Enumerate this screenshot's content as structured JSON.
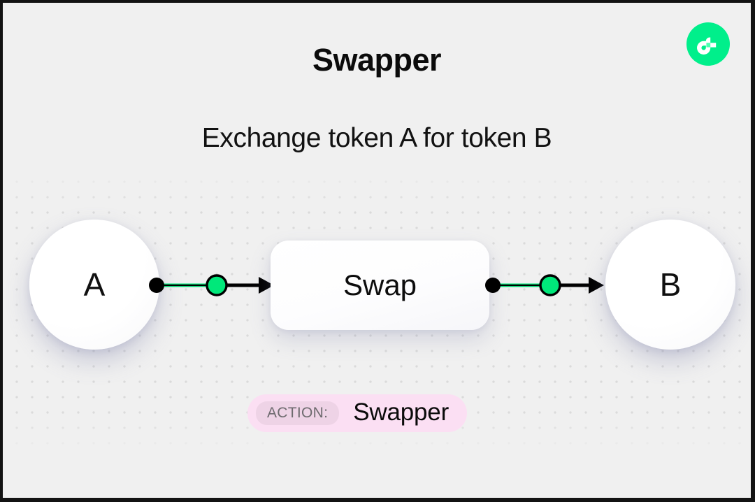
{
  "header": {
    "title": "Swapper",
    "subtitle": "Exchange token A for token B"
  },
  "brand": {
    "logo_icon": "flow-logo-icon",
    "logo_bg": "#00EF8B",
    "logo_fg": "#FFFFFF",
    "logo_accent": "#4DFFB0"
  },
  "diagram": {
    "type": "flow-diagram",
    "nodes": [
      {
        "id": "token-a",
        "label": "A",
        "shape": "circle"
      },
      {
        "id": "swap",
        "label": "Swap",
        "shape": "rounded-rect"
      },
      {
        "id": "token-b",
        "label": "B",
        "shape": "circle"
      }
    ],
    "edges": [
      {
        "id": "edge-a-swap",
        "from": "token-a",
        "to": "swap",
        "style": "dot-line-node-arrow"
      },
      {
        "id": "edge-swap-b",
        "from": "swap",
        "to": "token-b",
        "style": "dot-line-node-arrow"
      }
    ],
    "colors": {
      "edge_accent": "#00E87A",
      "edge_stroke": "#000000",
      "node_fill": "#FFFFFF",
      "canvas_bg": "#F0F0F0",
      "dot_grid": "#DADADA"
    }
  },
  "action_badge": {
    "label": "ACTION:",
    "value": "Swapper",
    "pill_bg": "#FBDFF3",
    "chip_bg": "#EED3E6",
    "chip_text_color": "#6D6A6E"
  }
}
